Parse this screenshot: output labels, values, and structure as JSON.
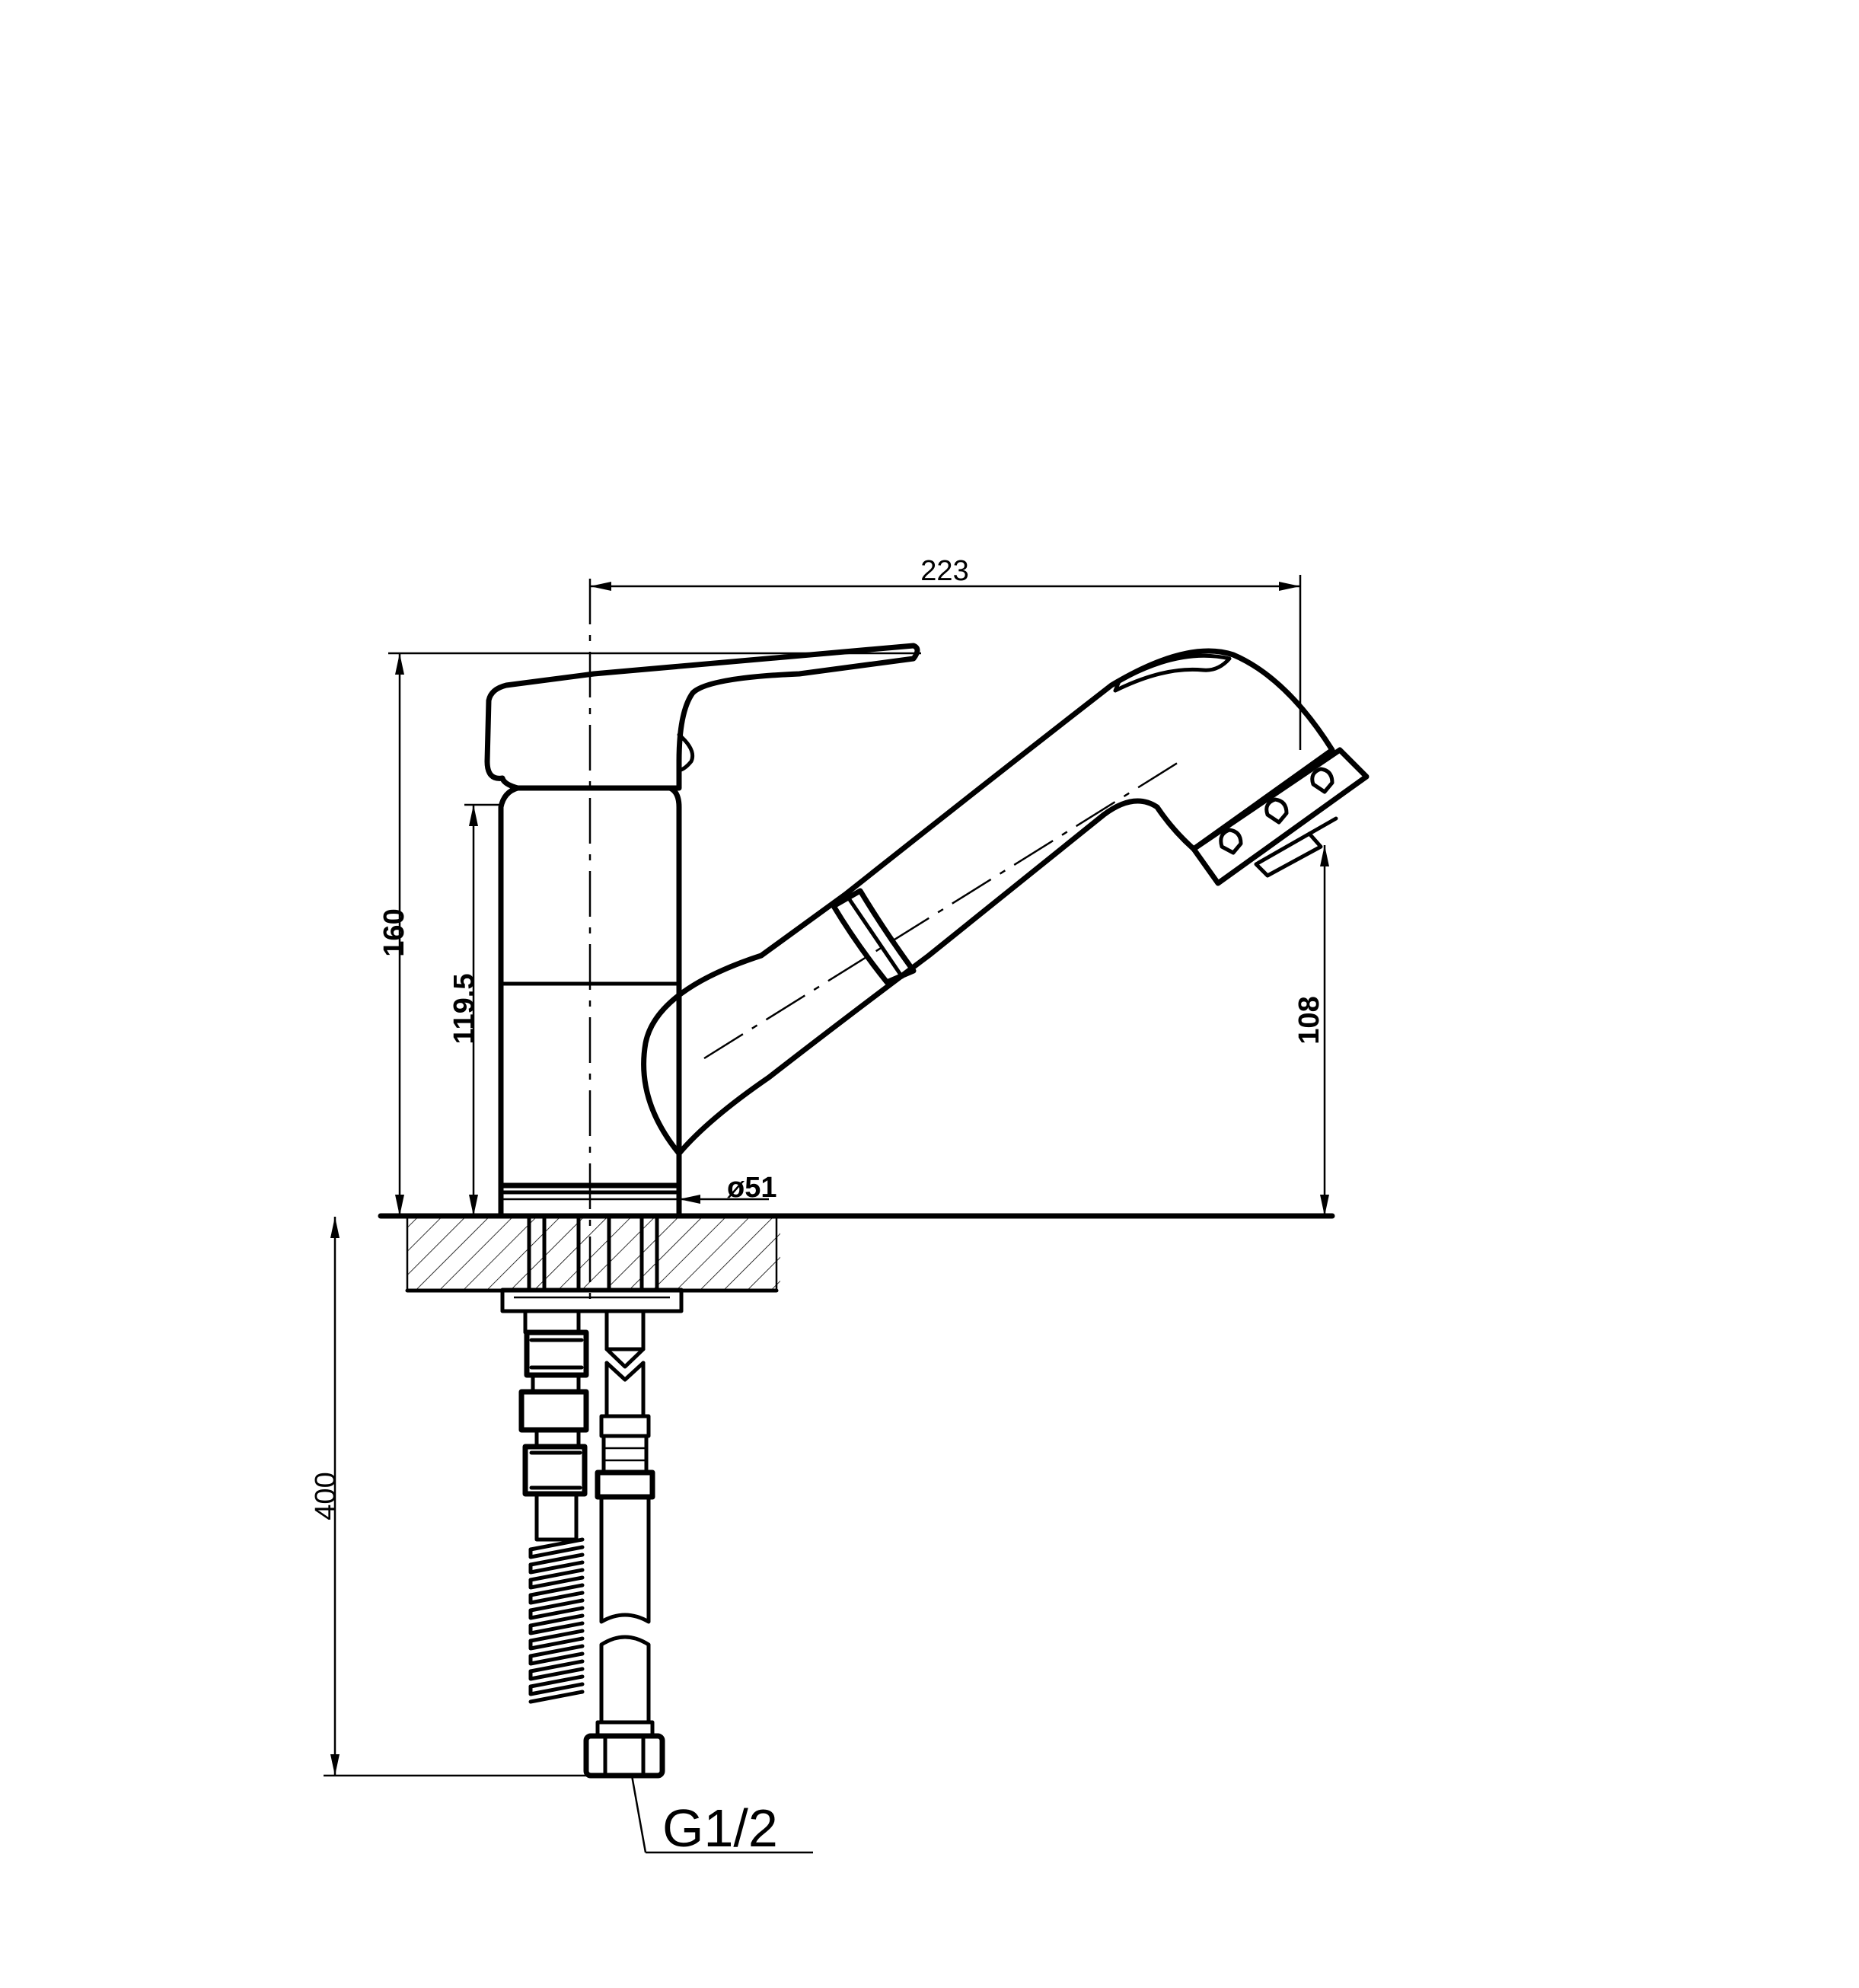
{
  "dimensions": {
    "width_top": "223",
    "height_total": "160",
    "height_body": "119.5",
    "height_spout": "108",
    "diameter_base": "ø51",
    "hose_length": "400",
    "thread": "G1/2"
  }
}
